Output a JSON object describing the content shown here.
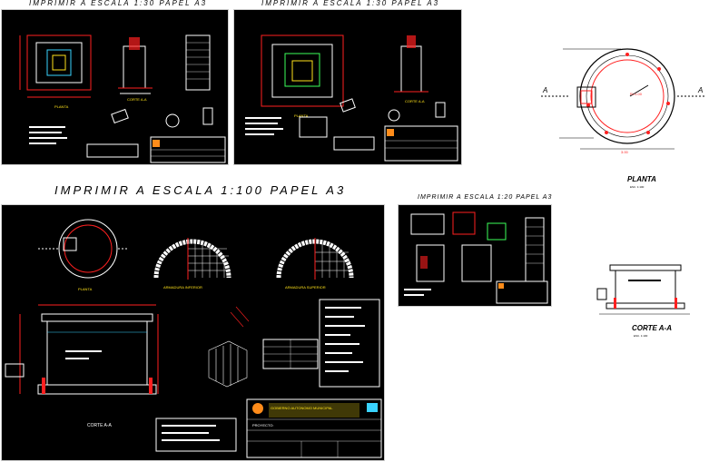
{
  "sheets": {
    "sheet1": {
      "title": "IMPRIMIR A ESCALA 1:30 PAPEL A3",
      "label_plan": "PLANTA",
      "label_corte": "CORTE A-A"
    },
    "sheet2": {
      "title": "IMPRIMIR A ESCALA 1:30 PAPEL A3",
      "label_plan": "PLANTA",
      "label_corte": "CORTE A-A"
    },
    "sheet3": {
      "title": "IMPRIMIR A ESCALA 1:100 PAPEL A3",
      "label_plan": "PLANTA",
      "label_arm1": "ARMADURA INFERIOR",
      "label_arm2": "ARMADURA SUPERIOR",
      "label_corte": "CORTE A-A",
      "title_block_line1": "GOBIERNO AUTONOMO MUNICIPAL",
      "title_block_line2": "PROYECTO:"
    },
    "sheet4": {
      "title": "IMPRIMIR A ESCALA 1:20 PAPEL A3"
    }
  },
  "free_drawings": {
    "planta": {
      "label": "PLANTA",
      "scale": "ESC. 1:100",
      "section_mark": "A",
      "dimension": "3.00"
    },
    "corte": {
      "label": "CORTE A-A",
      "scale": "ESC. 1:100"
    }
  },
  "colors": {
    "background": "#ffffff",
    "sheet": "#000000",
    "lines_red": "#ff2020",
    "lines_white": "#ffffff",
    "accent_orange": "#ff8c1a",
    "accent_yellow": "#ffe21a",
    "accent_cyan": "#39d3ff",
    "accent_green": "#3bff5a"
  }
}
